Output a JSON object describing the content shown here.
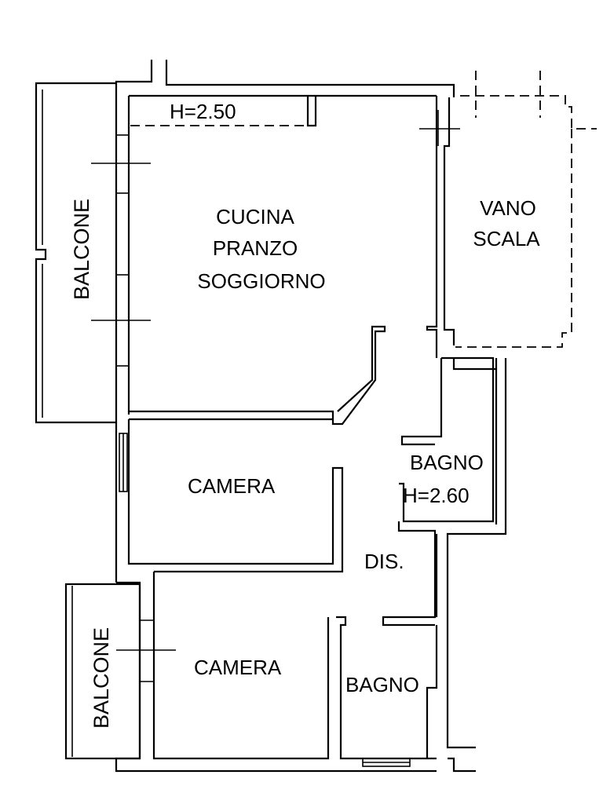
{
  "labels": {
    "height_kitchen": "H=2.50",
    "kitchen_line1": "CUCINA",
    "kitchen_line2": "PRANZO",
    "kitchen_line3": "SOGGIORNO",
    "stairwell_line1": "VANO",
    "stairwell_line2": "SCALA",
    "balcony_top": "BALCONE",
    "balcony_bottom": "BALCONE",
    "bathroom_top": "BAGNO",
    "height_bathroom": "H=2.60",
    "bedroom_top": "CAMERA",
    "hallway": "DIS.",
    "bedroom_bottom": "CAMERA",
    "bathroom_bottom": "BAGNO"
  }
}
